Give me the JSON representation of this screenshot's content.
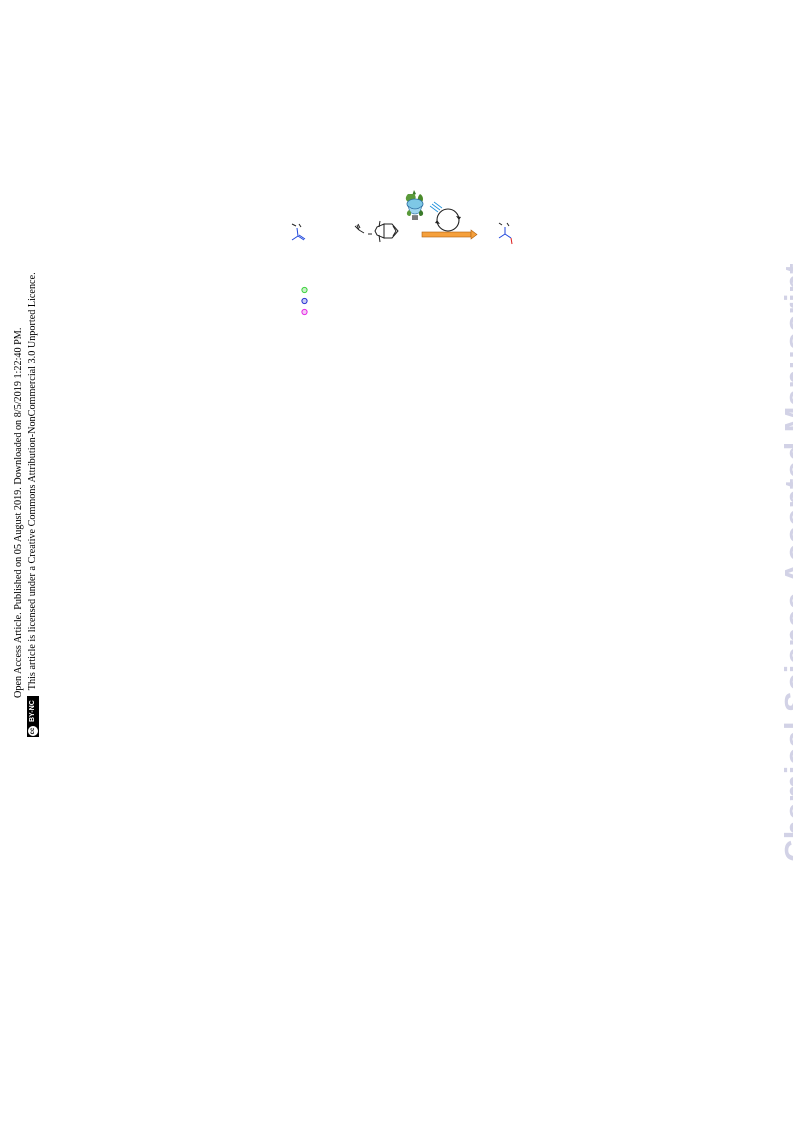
{
  "sidebar": {
    "line1": "Open Access Article. Published on 05 August 2019. Downloaded on 8/5/2019 1:22:40 PM.",
    "line2": "This article is licensed under a Creative Commons Attribution-NonCommercial 3.0 Unported Licence.",
    "license_badge": {
      "symbol": "cc",
      "text": "BY-NC"
    }
  },
  "watermark": {
    "text": "Chemical Science Accepted Manuscript",
    "color": "#d2d2e6"
  },
  "scheme": {
    "legend_markers": [
      {
        "color": "#3cd23c"
      },
      {
        "color": "#2832d2"
      },
      {
        "color": "#e628e6"
      }
    ],
    "arrow_color": "#f5a03c",
    "accent_blue": "#1e46dc",
    "accent_red": "#dc1e1e"
  }
}
